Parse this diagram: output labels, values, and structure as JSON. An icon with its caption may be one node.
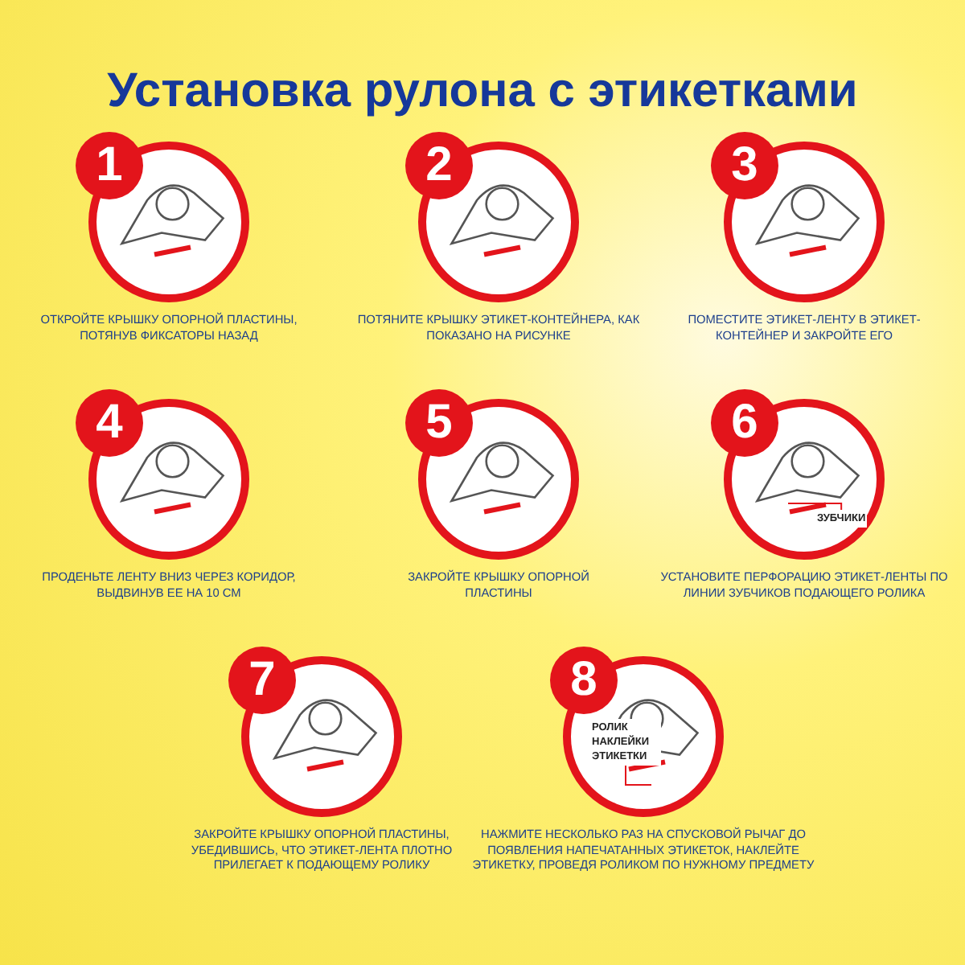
{
  "diagram": {
    "title": "Установка рулона с этикетками",
    "nodes": [
      {
        "text": [
          "1"
        ],
        "beside": [
          "ОТКРОЙТЕ КРЫШКУ ОПОРНОЙ ПЛАСТИНЫ, ПОТЯНУВ ФИКСАТОРЫ НАЗАД"
        ]
      },
      {
        "text": [
          "2"
        ],
        "beside": [
          "ПОТЯНИТЕ КРЫШКУ ЭТИКЕТ-КОНТЕЙНЕРА, КАК ПОКАЗАНО НА РИСУНКЕ"
        ]
      },
      {
        "text": [
          "3"
        ],
        "beside": [
          "ПОМЕСТИТЕ ЭТИКЕТ-ЛЕНТУ В ЭТИКЕТ-КОНТЕЙНЕР И ЗАКРОЙТЕ ЕГО"
        ]
      },
      {
        "text": [
          "4"
        ],
        "beside": [
          "ПРОДЕНЬТЕ ЛЕНТУ ВНИЗ ЧЕРЕЗ КОРИДОР, ВЫДВИНУВ ЕЕ НА 10 СМ"
        ]
      },
      {
        "text": [
          "5"
        ],
        "beside": [
          "ЗАКРОЙТЕ КРЫШКУ ОПОРНОЙ ПЛАСТИНЫ"
        ]
      },
      {
        "text": [
          "6"
        ],
        "beside": [
          "УСТАНОВИТЕ ПЕРФОРАЦИЮ ЭТИКЕТ-ЛЕНТЫ ПО ЛИНИИ ЗУБЧИКОВ ПОДАЮЩЕГО РОЛИКА"
        ]
      },
      {
        "text": [
          "7"
        ],
        "beside": [
          "ЗАКРОЙТЕ КРЫШКУ ОПОРНОЙ ПЛАСТИНЫ, УБЕДИВШИСЬ, ЧТО ЭТИКЕТ-ЛЕНТА ПЛОТНО ПРИЛЕГАЕТ К ПОДАЮЩЕМУ РОЛИКУ"
        ]
      },
      {
        "text": [
          "8"
        ],
        "beside": [
          "НАЖМИТЕ НЕСКОЛЬКО РАЗ НА СПУСКОВОЙ РЫЧАГ ДО ПОЯВЛЕНИЯ НАПЕЧАТАННЫХ ЭТИКЕТОК, НАКЛЕЙТЕ ЭТИКЕТКУ, ПРОВЕДЯ РОЛИКОМ ПО НУЖНОМУ ПРЕДМЕТУ"
        ]
      },
      {
        "text": [
          "ЗУБЧИКИ"
        ],
        "in": 5
      },
      {
        "text": [
          "РОЛИК НАКЛЕЙКИ ЭТИКЕТКИ"
        ],
        "in": 7
      }
    ],
    "edges": [
      {
        "from": 8,
        "to": null,
        "arrow": "none"
      },
      {
        "from": 9,
        "to": null,
        "arrow": "none"
      }
    ]
  }
}
